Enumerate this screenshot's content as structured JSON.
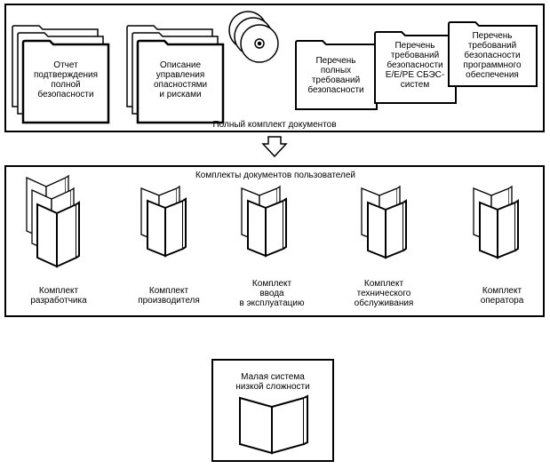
{
  "full_set": {
    "caption": "Полный комплект документов",
    "documents": [
      {
        "id": "report",
        "label": "Отчет\nподтверждения\nполной\nбезопасности"
      },
      {
        "id": "description",
        "label": "Описание\nуправления\nопасностями\nи рисками"
      },
      {
        "id": "list-full",
        "label": "Перечень\nполных\nтребований\nбезопасности"
      },
      {
        "id": "list-eepe",
        "label": "Перечень\nтребований\nбезопасности\nЕ/Е/РЕ СБЭС-\nсистем"
      },
      {
        "id": "list-software",
        "label": "Перечень\nтребований\nбезопасности\nпрограммного\nобеспечения"
      }
    ],
    "disc_icon": "cd-disc-stack-icon"
  },
  "user_sets": {
    "caption": "Комплекты документов пользователей",
    "items": [
      {
        "id": "developer",
        "label": "Комплект\nразработчика"
      },
      {
        "id": "manufacturer",
        "label": "Комплект\nпроизводителя"
      },
      {
        "id": "commissioning",
        "label": "Комплект\nввода\nв эксплуатацию"
      },
      {
        "id": "maintenance",
        "label": "Комплект\nтехнического\nобслуживания"
      },
      {
        "id": "operator",
        "label": "Комплект\nоператора"
      }
    ]
  },
  "small_system": {
    "caption": "Малая система\nнизкой сложности"
  },
  "arrow_icon": "down-arrow-icon"
}
